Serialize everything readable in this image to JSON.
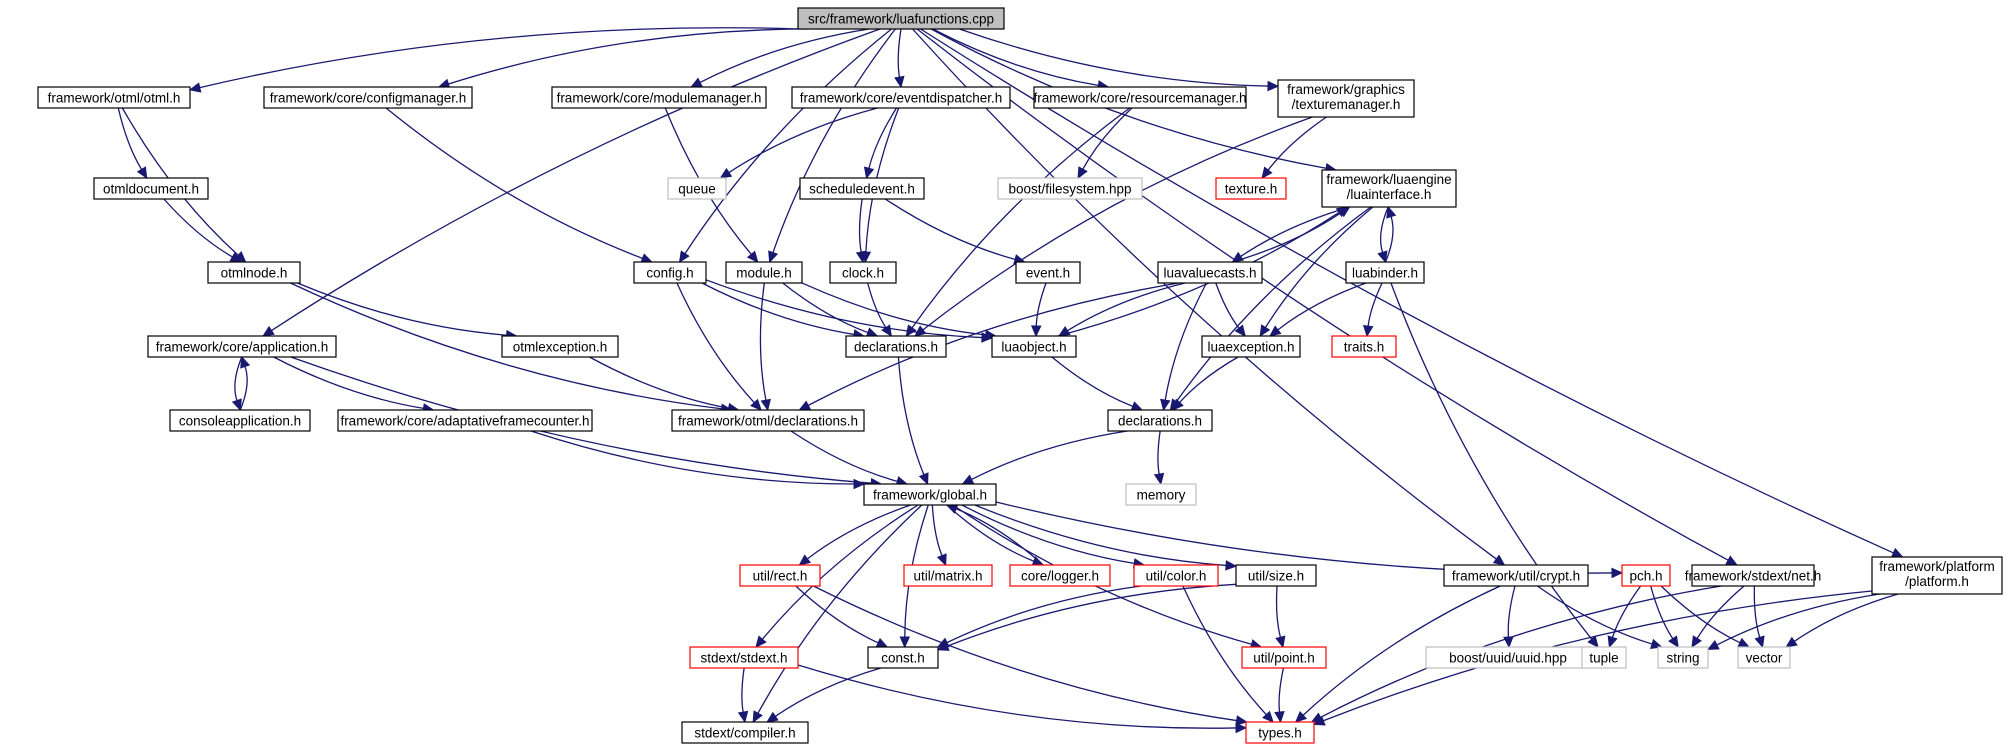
{
  "graph": {
    "colors": {
      "edge": "#191970",
      "node_border": "#000000",
      "truncated_border": "#ff0000",
      "external_border": "#bfbfbf",
      "root_fill": "#bfbfbf"
    },
    "nodes": [
      {
        "id": "root",
        "label": [
          "src/framework/luafunctions.cpp"
        ],
        "kind": "root"
      },
      {
        "id": "otml",
        "label": [
          "framework/otml/otml.h"
        ],
        "kind": "file"
      },
      {
        "id": "configmanager",
        "label": [
          "framework/core/configmanager.h"
        ],
        "kind": "file"
      },
      {
        "id": "modulemanager",
        "label": [
          "framework/core/modulemanager.h"
        ],
        "kind": "file"
      },
      {
        "id": "eventdispatcher",
        "label": [
          "framework/core/eventdispatcher.h"
        ],
        "kind": "file"
      },
      {
        "id": "resourcemanager",
        "label": [
          "framework/core/resourcemanager.h"
        ],
        "kind": "file"
      },
      {
        "id": "texturemanager",
        "label": [
          "framework/graphics",
          "/texturemanager.h"
        ],
        "kind": "file"
      },
      {
        "id": "otmldocument",
        "label": [
          "otmldocument.h"
        ],
        "kind": "file"
      },
      {
        "id": "queue",
        "label": [
          "queue"
        ],
        "kind": "external"
      },
      {
        "id": "scheduledevent",
        "label": [
          "scheduledevent.h"
        ],
        "kind": "file"
      },
      {
        "id": "filesystem",
        "label": [
          "boost/filesystem.hpp"
        ],
        "kind": "external"
      },
      {
        "id": "texture",
        "label": [
          "texture.h"
        ],
        "kind": "truncated"
      },
      {
        "id": "luainterface",
        "label": [
          "framework/luaengine",
          "/luainterface.h"
        ],
        "kind": "file"
      },
      {
        "id": "otmlnode",
        "label": [
          "otmlnode.h"
        ],
        "kind": "file"
      },
      {
        "id": "config",
        "label": [
          "config.h"
        ],
        "kind": "file"
      },
      {
        "id": "module",
        "label": [
          "module.h"
        ],
        "kind": "file"
      },
      {
        "id": "clock",
        "label": [
          "clock.h"
        ],
        "kind": "file"
      },
      {
        "id": "event",
        "label": [
          "event.h"
        ],
        "kind": "file"
      },
      {
        "id": "luavaluecasts",
        "label": [
          "luavaluecasts.h"
        ],
        "kind": "file"
      },
      {
        "id": "luabinder",
        "label": [
          "luabinder.h"
        ],
        "kind": "file"
      },
      {
        "id": "application",
        "label": [
          "framework/core/application.h"
        ],
        "kind": "file"
      },
      {
        "id": "otmlexception",
        "label": [
          "otmlexception.h"
        ],
        "kind": "file"
      },
      {
        "id": "core_declarations",
        "label": [
          "declarations.h"
        ],
        "kind": "file"
      },
      {
        "id": "luaobject",
        "label": [
          "luaobject.h"
        ],
        "kind": "file"
      },
      {
        "id": "luaexception",
        "label": [
          "luaexception.h"
        ],
        "kind": "file"
      },
      {
        "id": "traits",
        "label": [
          "traits.h"
        ],
        "kind": "truncated"
      },
      {
        "id": "consoleapplication",
        "label": [
          "consoleapplication.h"
        ],
        "kind": "file"
      },
      {
        "id": "adaptativeframecounter",
        "label": [
          "framework/core/adaptativeframecounter.h"
        ],
        "kind": "file"
      },
      {
        "id": "otml_declarations",
        "label": [
          "framework/otml/declarations.h"
        ],
        "kind": "file"
      },
      {
        "id": "lua_declarations",
        "label": [
          "declarations.h"
        ],
        "kind": "file"
      },
      {
        "id": "memory",
        "label": [
          "memory"
        ],
        "kind": "external"
      },
      {
        "id": "global",
        "label": [
          "framework/global.h"
        ],
        "kind": "file"
      },
      {
        "id": "rect",
        "label": [
          "util/rect.h"
        ],
        "kind": "truncated"
      },
      {
        "id": "matrix",
        "label": [
          "util/matrix.h"
        ],
        "kind": "truncated"
      },
      {
        "id": "logger",
        "label": [
          "core/logger.h"
        ],
        "kind": "truncated"
      },
      {
        "id": "color",
        "label": [
          "util/color.h"
        ],
        "kind": "truncated"
      },
      {
        "id": "size",
        "label": [
          "util/size.h"
        ],
        "kind": "file"
      },
      {
        "id": "crypt",
        "label": [
          "framework/util/crypt.h"
        ],
        "kind": "file"
      },
      {
        "id": "pch",
        "label": [
          "pch.h"
        ],
        "kind": "truncated"
      },
      {
        "id": "net",
        "label": [
          "framework/stdext/net.h"
        ],
        "kind": "file"
      },
      {
        "id": "platform",
        "label": [
          "framework/platform",
          "/platform.h"
        ],
        "kind": "file"
      },
      {
        "id": "stdext",
        "label": [
          "stdext/stdext.h"
        ],
        "kind": "truncated"
      },
      {
        "id": "const",
        "label": [
          "const.h"
        ],
        "kind": "file"
      },
      {
        "id": "point",
        "label": [
          "util/point.h"
        ],
        "kind": "truncated"
      },
      {
        "id": "uuid",
        "label": [
          "boost/uuid/uuid.hpp"
        ],
        "kind": "external"
      },
      {
        "id": "tuple",
        "label": [
          "tuple"
        ],
        "kind": "external"
      },
      {
        "id": "string",
        "label": [
          "string"
        ],
        "kind": "external"
      },
      {
        "id": "vector",
        "label": [
          "vector"
        ],
        "kind": "external"
      },
      {
        "id": "compiler",
        "label": [
          "stdext/compiler.h"
        ],
        "kind": "file"
      },
      {
        "id": "types",
        "label": [
          "types.h"
        ],
        "kind": "truncated"
      }
    ],
    "edges": [
      [
        "root",
        "otml"
      ],
      [
        "root",
        "configmanager"
      ],
      [
        "root",
        "modulemanager"
      ],
      [
        "root",
        "eventdispatcher"
      ],
      [
        "root",
        "resourcemanager"
      ],
      [
        "root",
        "texturemanager"
      ],
      [
        "root",
        "luainterface"
      ],
      [
        "root",
        "application"
      ],
      [
        "root",
        "config"
      ],
      [
        "root",
        "module"
      ],
      [
        "root",
        "crypt"
      ],
      [
        "root",
        "net"
      ],
      [
        "root",
        "platform"
      ],
      [
        "otml",
        "otmldocument"
      ],
      [
        "otml",
        "otmlnode"
      ],
      [
        "otmldocument",
        "otmlnode"
      ],
      [
        "configmanager",
        "config"
      ],
      [
        "modulemanager",
        "module"
      ],
      [
        "eventdispatcher",
        "queue"
      ],
      [
        "eventdispatcher",
        "scheduledevent"
      ],
      [
        "eventdispatcher",
        "clock"
      ],
      [
        "resourcemanager",
        "filesystem"
      ],
      [
        "resourcemanager",
        "core_declarations"
      ],
      [
        "texturemanager",
        "texture"
      ],
      [
        "texturemanager",
        "core_declarations"
      ],
      [
        "scheduledevent",
        "clock"
      ],
      [
        "scheduledevent",
        "event"
      ],
      [
        "luainterface",
        "luavaluecasts"
      ],
      [
        "luainterface",
        "luabinder"
      ],
      [
        "luainterface",
        "luaexception"
      ],
      [
        "luainterface",
        "lua_declarations"
      ],
      [
        "luavaluecasts",
        "luainterface"
      ],
      [
        "luabinder",
        "luainterface"
      ],
      [
        "luaobject",
        "luainterface"
      ],
      [
        "otmlnode",
        "otmlexception"
      ],
      [
        "otmlnode",
        "otml_declarations"
      ],
      [
        "config",
        "core_declarations"
      ],
      [
        "config",
        "luaobject"
      ],
      [
        "config",
        "otml_declarations"
      ],
      [
        "module",
        "core_declarations"
      ],
      [
        "module",
        "luaobject"
      ],
      [
        "module",
        "otml_declarations"
      ],
      [
        "clock",
        "core_declarations"
      ],
      [
        "event",
        "luaobject"
      ],
      [
        "luavaluecasts",
        "luaobject"
      ],
      [
        "luavaluecasts",
        "luaexception"
      ],
      [
        "luavaluecasts",
        "lua_declarations"
      ],
      [
        "luavaluecasts",
        "otml_declarations"
      ],
      [
        "luabinder",
        "traits"
      ],
      [
        "luabinder",
        "luaexception"
      ],
      [
        "luabinder",
        "tuple"
      ],
      [
        "application",
        "consoleapplication"
      ],
      [
        "consoleapplication",
        "application"
      ],
      [
        "application",
        "adaptativeframecounter"
      ],
      [
        "application",
        "global"
      ],
      [
        "otmlexception",
        "otml_declarations"
      ],
      [
        "core_declarations",
        "global"
      ],
      [
        "luaobject",
        "lua_declarations"
      ],
      [
        "luaexception",
        "lua_declarations"
      ],
      [
        "adaptativeframecounter",
        "global"
      ],
      [
        "otml_declarations",
        "global"
      ],
      [
        "lua_declarations",
        "global"
      ],
      [
        "lua_declarations",
        "memory"
      ],
      [
        "global",
        "rect"
      ],
      [
        "global",
        "matrix"
      ],
      [
        "global",
        "logger"
      ],
      [
        "logger",
        "global"
      ],
      [
        "global",
        "color"
      ],
      [
        "global",
        "size"
      ],
      [
        "global",
        "pch"
      ],
      [
        "global",
        "stdext"
      ],
      [
        "global",
        "const"
      ],
      [
        "global",
        "point"
      ],
      [
        "global",
        "compiler"
      ],
      [
        "rect",
        "const"
      ],
      [
        "rect",
        "types"
      ],
      [
        "color",
        "const"
      ],
      [
        "color",
        "types"
      ],
      [
        "size",
        "const"
      ],
      [
        "size",
        "point"
      ],
      [
        "point",
        "types"
      ],
      [
        "stdext",
        "compiler"
      ],
      [
        "stdext",
        "types"
      ],
      [
        "const",
        "compiler"
      ],
      [
        "crypt",
        "uuid"
      ],
      [
        "crypt",
        "string"
      ],
      [
        "crypt",
        "types"
      ],
      [
        "pch",
        "tuple"
      ],
      [
        "pch",
        "string"
      ],
      [
        "pch",
        "vector"
      ],
      [
        "net",
        "string"
      ],
      [
        "net",
        "vector"
      ],
      [
        "net",
        "types"
      ],
      [
        "platform",
        "string"
      ],
      [
        "platform",
        "vector"
      ],
      [
        "platform",
        "types"
      ]
    ]
  }
}
